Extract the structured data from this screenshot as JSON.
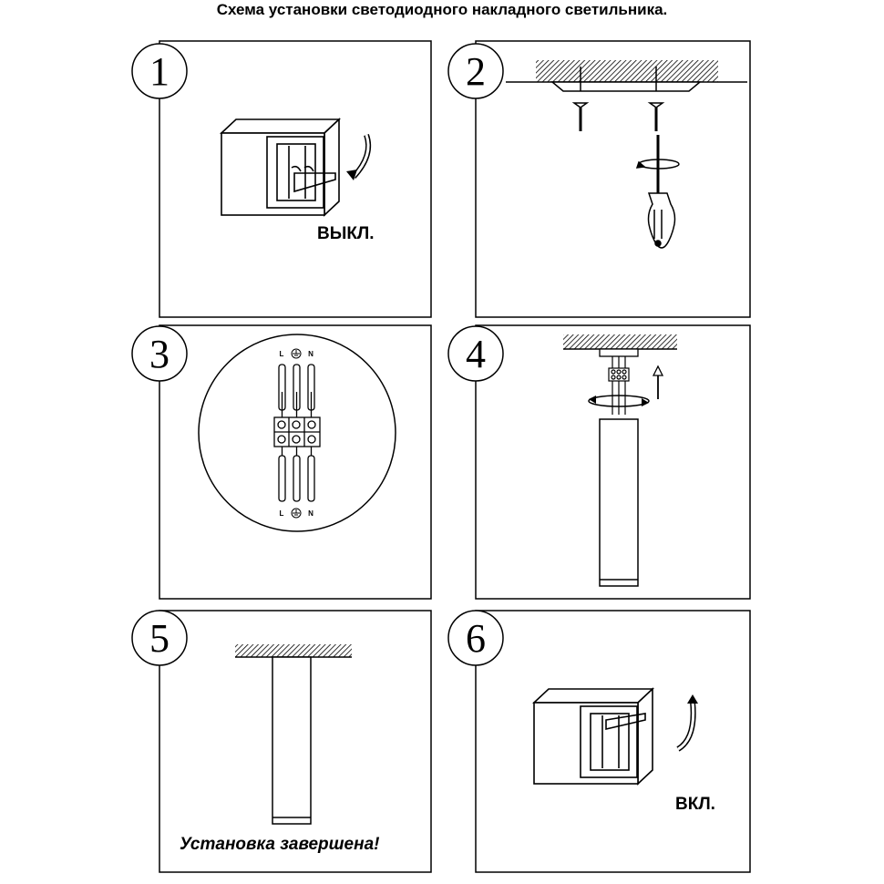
{
  "title": "Схема установки светодиодного накладного светильника.",
  "steps": [
    {
      "number": "1",
      "label": "ВЫКЛ."
    },
    {
      "number": "2"
    },
    {
      "number": "3",
      "terminals_top": [
        "L",
        "N"
      ],
      "terminals_bottom": [
        "L",
        "N"
      ]
    },
    {
      "number": "4"
    },
    {
      "number": "5",
      "label": "Установка завершена!"
    },
    {
      "number": "6",
      "label": "ВКЛ."
    }
  ],
  "icons": [
    "switch-off-icon",
    "ceiling-mount-icon",
    "screw-icon",
    "screwdriver-icon",
    "terminal-block-icon",
    "ground-icon",
    "rotate-arrow-icon",
    "up-arrow-icon",
    "tube-lamp-icon",
    "switch-on-icon"
  ],
  "colors": {
    "line": "#000000",
    "background": "#ffffff"
  }
}
